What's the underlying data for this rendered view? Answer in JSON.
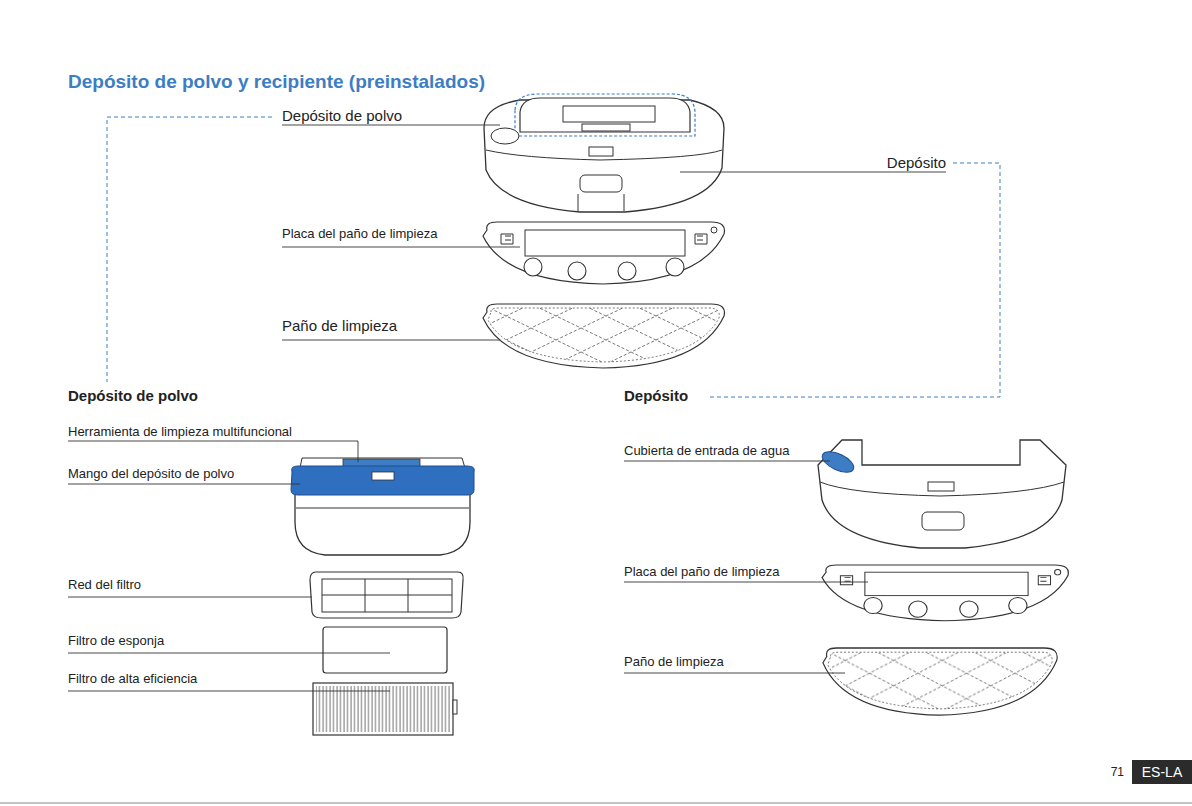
{
  "diagram": {
    "title": "Depósito de polvo y recipiente (preinstalados)",
    "nodes": [
      {
        "text": [
          "ES-LA"
        ]
      }
    ],
    "labels": [
      "Depósito de polvo",
      "Depósito",
      "Placa del paño de limpieza",
      "Paño de limpieza",
      "Depósito de polvo",
      "Depósito",
      "Herramienta de limpieza multifuncional",
      "Mango del depósito de polvo",
      "Red del filtro",
      "Filtro de esponja",
      "Filtro de alta eficiencia",
      "Cubierta de entrada de agua",
      "Placa del paño de limpieza",
      "Paño de limpieza",
      "71"
    ]
  }
}
